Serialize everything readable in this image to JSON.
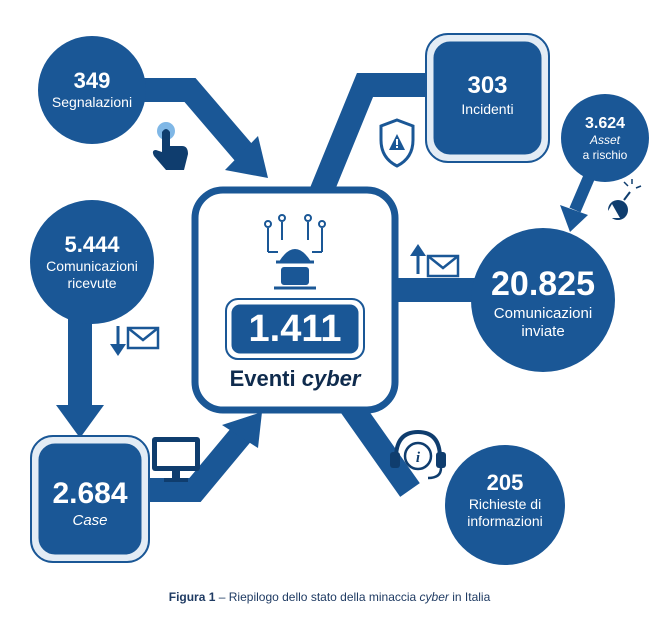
{
  "center": {
    "value": "1.411",
    "label": "Eventi",
    "label_italic": "cyber"
  },
  "nodes": {
    "segnalazioni": {
      "value": "349",
      "label": "Segnalazioni"
    },
    "incidenti": {
      "value": "303",
      "label": "Incidenti"
    },
    "asset": {
      "value": "3.624",
      "label_italic": "Asset",
      "label": "a rischio"
    },
    "ricevute": {
      "value": "5.444",
      "label_line1": "Comunicazioni",
      "label_line2": "ricevute"
    },
    "inviate": {
      "value": "20.825",
      "label_line1": "Comunicazioni",
      "label_line2": "inviate"
    },
    "case": {
      "value": "2.684",
      "label_italic": "Case"
    },
    "richieste": {
      "value": "205",
      "label_line1": "Richieste di",
      "label_line2": "informazioni"
    }
  },
  "caption": {
    "prefix": "Figura 1",
    "text": " – Riepilogo dello stato della minaccia ",
    "italic": "cyber",
    "suffix": " in Italia"
  },
  "icons": [
    "hand-pointer-icon",
    "shield-warning-icon",
    "bomb-warning-icon",
    "hacker-icon",
    "arrow-up-mail-icon",
    "arrow-down-mail-icon",
    "monitor-icon",
    "headset-info-icon"
  ],
  "colors": {
    "primary": "#1a5796",
    "dark": "#0f3d6e",
    "light_border": "#e3ecf5",
    "white": "#ffffff"
  }
}
